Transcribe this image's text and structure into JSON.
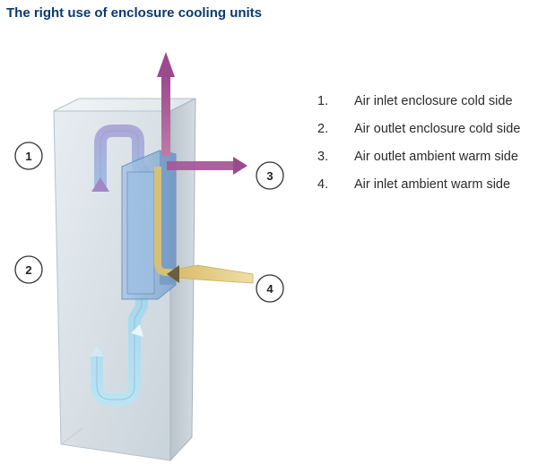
{
  "title": "The right use of enclosure cooling units",
  "callouts": [
    "1",
    "2",
    "3",
    "4"
  ],
  "legend": [
    {
      "number": "1.",
      "text": "Air inlet enclosure cold side"
    },
    {
      "number": "2.",
      "text": "Air outlet enclosure cold side"
    },
    {
      "number": "3.",
      "text": "Air outlet ambient warm side"
    },
    {
      "number": "4.",
      "text": "Air inlet ambient warm side"
    }
  ],
  "colors": {
    "title": "#0a3a72",
    "warm_air": "#9b4a8e",
    "cold_air": "#8fcde8",
    "ambient_inlet": "#e3cd8a",
    "enclosure": "#d5dde3",
    "cooling_unit": "#8fb3d8"
  }
}
